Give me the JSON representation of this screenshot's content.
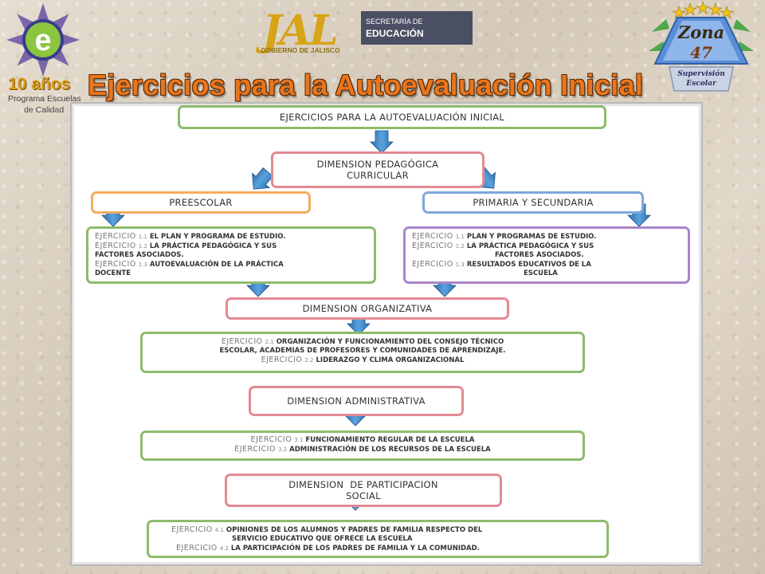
{
  "logos": {
    "left_anniversary": "10 años",
    "left_program_line1": "Programa Escuelas",
    "left_program_line2": "de Calidad",
    "jal_letters": "JAL",
    "jal_subtitle": "GOBIERNO DE JALISCO",
    "secretaria_line1": "SECRETARÍA DE",
    "secretaria_line2": "EDUCACIÓN",
    "zona_word": "Zona",
    "zona_number": "47",
    "supervision_line1": "Supervisión",
    "supervision_line2": "Escolar"
  },
  "title": "Ejercicios para la Autoevaluación Inicial",
  "diagram": {
    "root": "EJERCICIOS PARA LA AUTOEVALUACIÓN INICIAL",
    "dim_pedagogica_line1": "DIMENSION PEDAGÓGICA",
    "dim_pedagogica_line2": "CURRICULAR",
    "preescolar": "PREESCOLAR",
    "primaria": "PRIMARIA Y SECUNDARIA",
    "exercise_prefix": "EJERCICIO",
    "preescolar_exercises": [
      {
        "num": "1.1",
        "text": "EL PLAN Y PROGRAMA DE ESTUDIO."
      },
      {
        "num": "1.2",
        "text": "LA PRÁCTICA PEDAGÓGICA Y SUS"
      },
      {
        "num": "",
        "text": "FACTORES ASOCIADOS."
      },
      {
        "num": "1.3",
        "text": "AUTOEVALUACIÓN DE LA PRÁCTICA"
      },
      {
        "num": "",
        "text": "DOCENTE"
      }
    ],
    "primaria_exercises": [
      {
        "num": "1.1",
        "text": "PLAN Y PROGRAMAS DE ESTUDIO."
      },
      {
        "num": "1.2",
        "text": "LA PRÁCTICA PEDAGÓGICA Y SUS"
      },
      {
        "num": "",
        "text": "FACTORES ASOCIADOS."
      },
      {
        "num": "1.3",
        "text": "RESULTADOS EDUCATIVOS DE LA"
      },
      {
        "num": "",
        "text": "ESCUELA"
      }
    ],
    "dim_organizativa": "DIMENSION ORGANIZATIVA",
    "organizativa_exercises": [
      {
        "num": "2.1",
        "text": "ORGANIZACIÓN Y FUNCIONAMIENTO DEL CONSEJO TÉCNICO"
      },
      {
        "num": "",
        "text": "ESCOLAR, ACADEMIAS DE PROFESORES Y COMUNIDADES DE APRENDIZAJE."
      },
      {
        "num": "2.2",
        "text": "LIDERAZGO Y CLIMA ORGANIZACIONAL"
      }
    ],
    "dim_administrativa": "DIMENSION ADMINISTRATIVA",
    "administrativa_exercises": [
      {
        "num": "3.1",
        "text": "FUNCIONAMIENTO REGULAR DE LA ESCUELA"
      },
      {
        "num": "3.2",
        "text": "ADMINISTRACIÓN DE LOS RECURSOS DE LA ESCUELA"
      }
    ],
    "dim_participacion_line1": "DIMENSION  DE PARTICIPACION",
    "dim_participacion_line2": "SOCIAL",
    "participacion_exercises": [
      {
        "num": "4.1",
        "text": "OPINIONES DE LOS ALUMNOS Y PADRES DE FAMILIA RESPECTO DEL"
      },
      {
        "num": "",
        "text": "SERVICIO EDUCATIVO QUE OFRECE LA ESCUELA"
      },
      {
        "num": "4.2",
        "text": "LA PARTICIPACIÓN DE LOS PADRES DE FAMILIA Y LA COMUNIDAD."
      }
    ]
  },
  "colors": {
    "title_orange": "#e8761e",
    "arrow_blue": "#3f86c8",
    "green_border": "#8dbb6c",
    "red_border": "#e38992",
    "orange_border": "#f1ad5e",
    "blue_border": "#7fa7da",
    "purple_border": "#a985c9"
  }
}
